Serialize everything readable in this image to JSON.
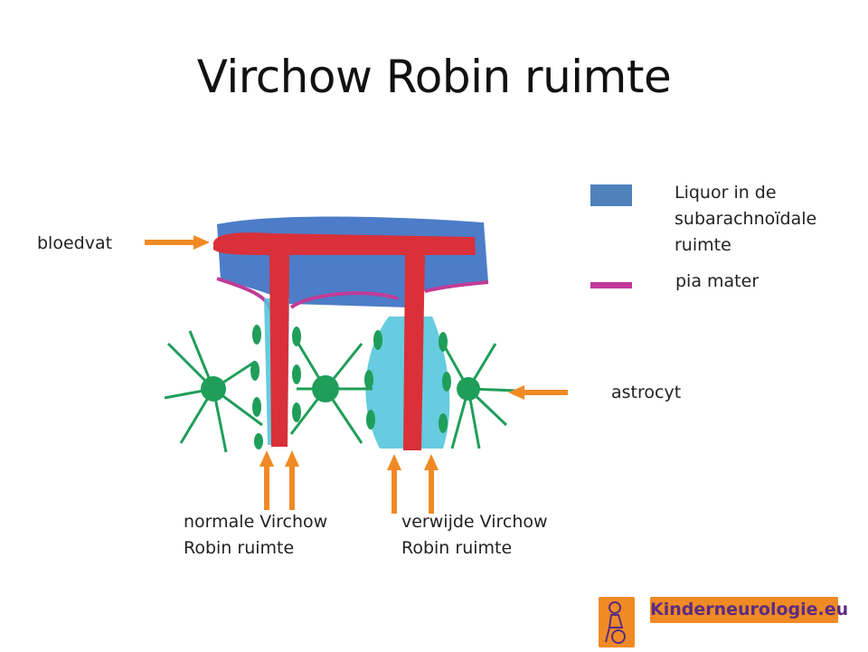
{
  "slide": {
    "title": "Virchow Robin ruimte"
  },
  "labels": {
    "bloedvat": "bloedvat",
    "astrocyt": "astrocyt",
    "normal_line1": "normale Virchow",
    "normal_line2": "Robin ruimte",
    "dilated_line1": "verwijde Virchow",
    "dilated_line2": "Robin ruimte"
  },
  "legend": {
    "items": [
      {
        "lines": [
          "Liquor in de",
          "subarachnoïdale",
          "ruimte"
        ],
        "color": "#4f81bd"
      },
      {
        "lines": [
          "pia mater"
        ],
        "color": "#c0399a"
      }
    ]
  },
  "logo": {
    "text": "Kinderneurologie.eu"
  },
  "colors": {
    "vessel": "#d9303a",
    "liquor": "#3a6fc2",
    "pia": "#c03c96",
    "astrocyte": "#1f9e5a",
    "csf_space": "#4cc3d9",
    "arrow": "#f08a24",
    "logo_bg": "#f08a24",
    "logo_text": "#5a2d82"
  }
}
